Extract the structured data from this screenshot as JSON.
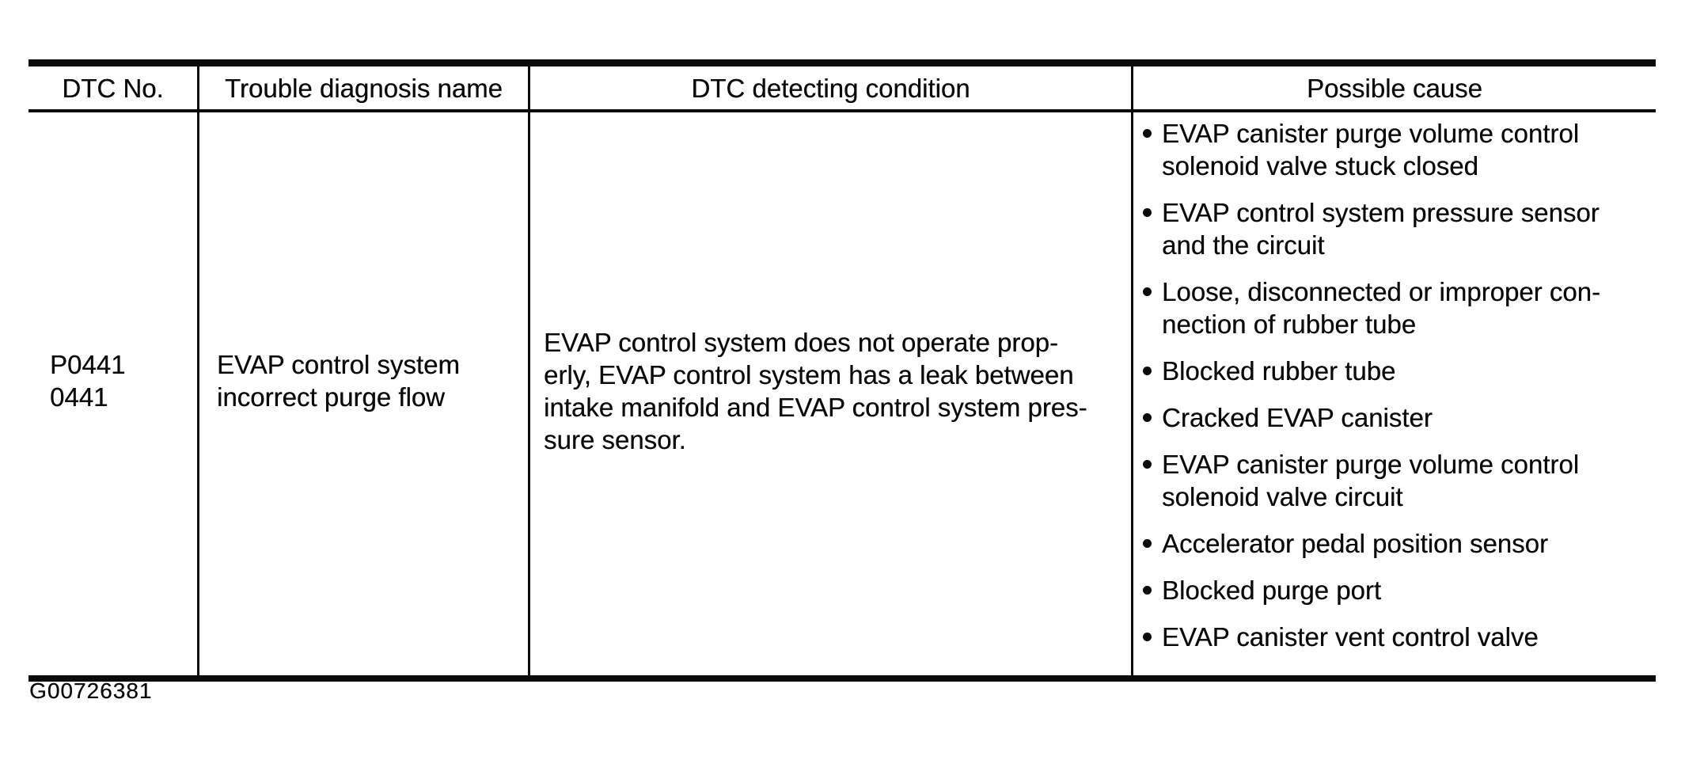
{
  "page": {
    "figure_id": "G00726381"
  },
  "colors": {
    "ink": "#0b0b0b",
    "paper": "#ffffff"
  },
  "table": {
    "headers": {
      "dtc_no": "DTC No.",
      "trouble_diagnosis_name": "Trouble diagnosis name",
      "detecting_condition": "DTC detecting condition",
      "possible_cause": "Possible cause"
    },
    "row": {
      "dtc_no": "P0441\n0441",
      "trouble_diagnosis_name": "EVAP control system\nincorrect purge flow",
      "detecting_condition": "EVAP control system does not operate prop-\nerly, EVAP control system has a leak between\nintake manifold and EVAP control system pres-\nsure sensor.",
      "possible_causes": [
        "EVAP canister purge volume control\nsolenoid valve stuck closed",
        "EVAP control system pressure sensor\nand the circuit",
        "Loose, disconnected or improper con-\nnection of rubber tube",
        "Blocked rubber tube",
        "Cracked EVAP canister",
        "EVAP canister purge volume control\nsolenoid valve circuit",
        "Accelerator pedal position sensor",
        "Blocked purge port",
        "EVAP canister vent control valve"
      ]
    }
  }
}
